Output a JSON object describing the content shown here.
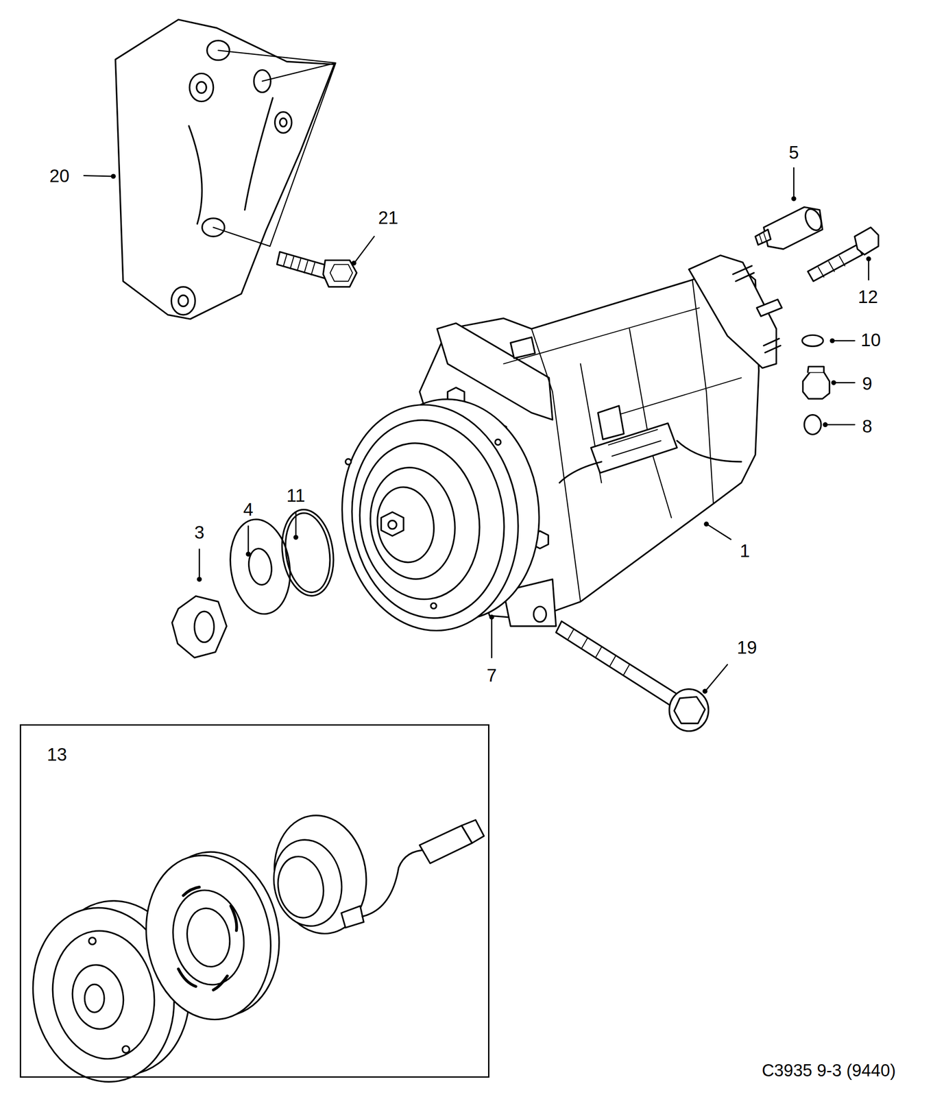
{
  "diagram": {
    "nodes": [
      {
        "text": [
          "13"
        ]
      }
    ],
    "labels": [
      "20",
      "21",
      "5",
      "12",
      "10",
      "9",
      "8",
      "1",
      "3",
      "4",
      "11",
      "7",
      "19",
      "C3935 9-3 (9440)"
    ]
  }
}
